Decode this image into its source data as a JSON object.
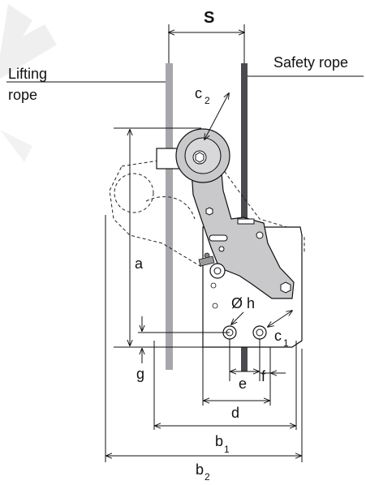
{
  "labels": {
    "spacing": "S",
    "lifting_rope_line1": "Lifting",
    "lifting_rope_line2": "rope",
    "safety_rope": "Safety rope",
    "c2": "c",
    "c2_sub": "2",
    "a": "a",
    "g": "g",
    "hole_dia": "Ø h",
    "c1": "c",
    "c1_sub": "1",
    "e": "e",
    "f": "f",
    "d": "d",
    "b1": "b",
    "b1_sub": "1",
    "b2": "b",
    "b2_sub": "2"
  },
  "colors": {
    "lifting_rope": "#a7a7ab",
    "safety_rope": "#4a4a4f",
    "line": "#111111",
    "body_fill": "#ffffff",
    "arm_fill": "#c9c9cc",
    "dashed": "#222222",
    "watermark": "#e2e2e2"
  }
}
